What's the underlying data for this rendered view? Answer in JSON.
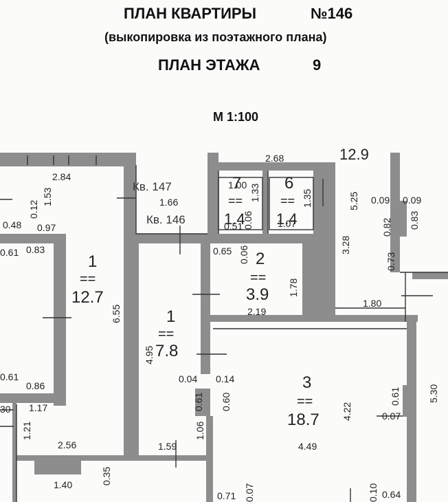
{
  "header": {
    "title": "ПЛАН КВАРТИРЫ",
    "number": "№146",
    "subtitle": "(выкопировка  из поэтажного плана)",
    "floor_label": "ПЛАН ЭТАЖА",
    "floor_number": "9",
    "scale": "М 1:100"
  },
  "labels": {
    "kv147": "Кв. 147",
    "kv146": "Кв. 146",
    "partial_room": "12.9"
  },
  "rooms": [
    {
      "id": "left",
      "number": "1",
      "eq": "==",
      "area": "12.7"
    },
    {
      "id": "center",
      "number": "1",
      "eq": "==",
      "area": "7.8"
    },
    {
      "id": "small2",
      "number": "2",
      "eq": "==",
      "area": "3.9"
    },
    {
      "id": "big3",
      "number": "3",
      "eq": "==",
      "area": "18.7"
    },
    {
      "id": "r7",
      "number": "7",
      "eq": "==",
      "area": "1.4"
    },
    {
      "id": "r6",
      "number": "6",
      "eq": "==",
      "area": "1.4"
    }
  ],
  "dimensions": [
    "2.84",
    "1.53",
    "0.12",
    "0.48",
    "0.97",
    "0.61",
    "0.83",
    "6.55",
    "0.61",
    "0.86",
    "30",
    "1.17",
    "1.21",
    "2.56",
    "1.40",
    "0.35",
    "1.66",
    "4.95",
    "0.04",
    "0.14",
    "0.61",
    "0.60",
    "1.06",
    "1.59",
    "2.68",
    "1.00",
    "1.33",
    "1.35",
    "0.51",
    "0.06",
    "1.07",
    "0.65",
    "0.06",
    "1.78",
    "2.19",
    "5.25",
    "3.28",
    "0.09",
    "0.09",
    "0.82",
    "0.83",
    "0.73",
    "1.80",
    "4.22",
    "4.49",
    "0.61",
    "0.07",
    "5.30",
    "0.71",
    "0.07",
    "0.10",
    "0.64"
  ]
}
